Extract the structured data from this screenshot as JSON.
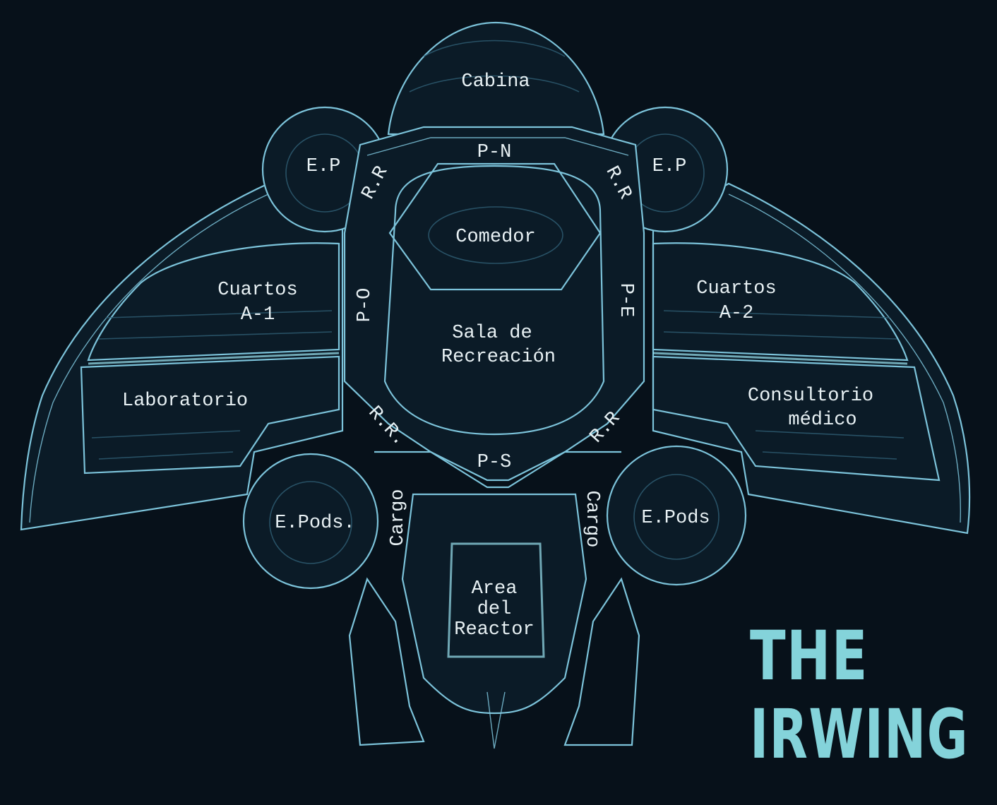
{
  "colors": {
    "background": "#07111a",
    "outline": "#7cc3da",
    "title": "#84d3da",
    "label": "#e8f1f4"
  },
  "title": {
    "line1": "THE",
    "line2": "IRWING"
  },
  "rooms": {
    "cabina": "Cabina",
    "pn": "P-N",
    "ep_left": "E.P",
    "ep_right": "E.P",
    "rr_nw": "R.R",
    "rr_ne": "R.R",
    "comedor": "Comedor",
    "po": "P-O",
    "pe": "P-E",
    "cuartos_a1": [
      "Cuartos",
      "A-1"
    ],
    "cuartos_a2": [
      "Cuartos",
      "A-2"
    ],
    "sala": [
      "Sala de",
      "Recreación"
    ],
    "laboratorio": "Laboratorio",
    "consultorio": [
      "Consultorio",
      "médico"
    ],
    "rr_sw": "R.R.",
    "rr_se": "R.R",
    "ps": "P-S",
    "epods_left": "E.Pods.",
    "epods_right": "E.Pods",
    "cargo_left": "Cargo",
    "cargo_right": "Cargo",
    "reactor": [
      "Area",
      "del",
      "Reactor"
    ]
  }
}
